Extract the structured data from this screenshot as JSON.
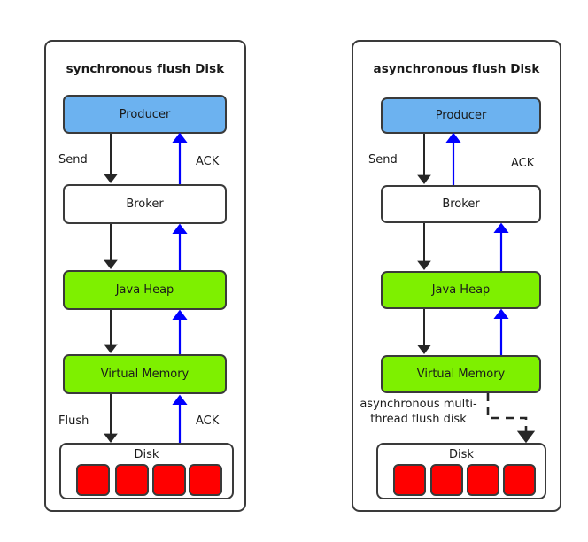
{
  "diagram": {
    "panels": [
      {
        "id": "synchronous",
        "title": "synchronous flush Disk",
        "nodes": {
          "producer": "Producer",
          "broker": "Broker",
          "java_heap": "Java Heap",
          "virtual_memory": "Virtual Memory",
          "disk": "Disk"
        },
        "edge_labels": {
          "send": "Send",
          "ack_top": "ACK",
          "flush": "Flush",
          "ack_bottom": "ACK"
        },
        "disk_cells": [
          "",
          "",
          "",
          ""
        ]
      },
      {
        "id": "asynchronous",
        "title": "asynchronous flush Disk",
        "nodes": {
          "producer": "Producer",
          "broker": "Broker",
          "java_heap": "Java Heap",
          "virtual_memory": "Virtual Memory",
          "disk": "Disk"
        },
        "edge_labels": {
          "send": "Send",
          "ack_top": "ACK",
          "async_flush": "asynchronous multi-thread flush disk"
        },
        "disk_cells": [
          "",
          "",
          "",
          ""
        ]
      }
    ],
    "colors": {
      "producer_fill": "#6cb2f0",
      "memory_fill": "#7ef000",
      "disk_cell_fill": "#ff0000",
      "broker_fill": "#ffffff",
      "stroke": "#3a3a3a",
      "data_arrow": "#262626",
      "ack_arrow": "#0000ff",
      "background": "#ffffff"
    }
  }
}
